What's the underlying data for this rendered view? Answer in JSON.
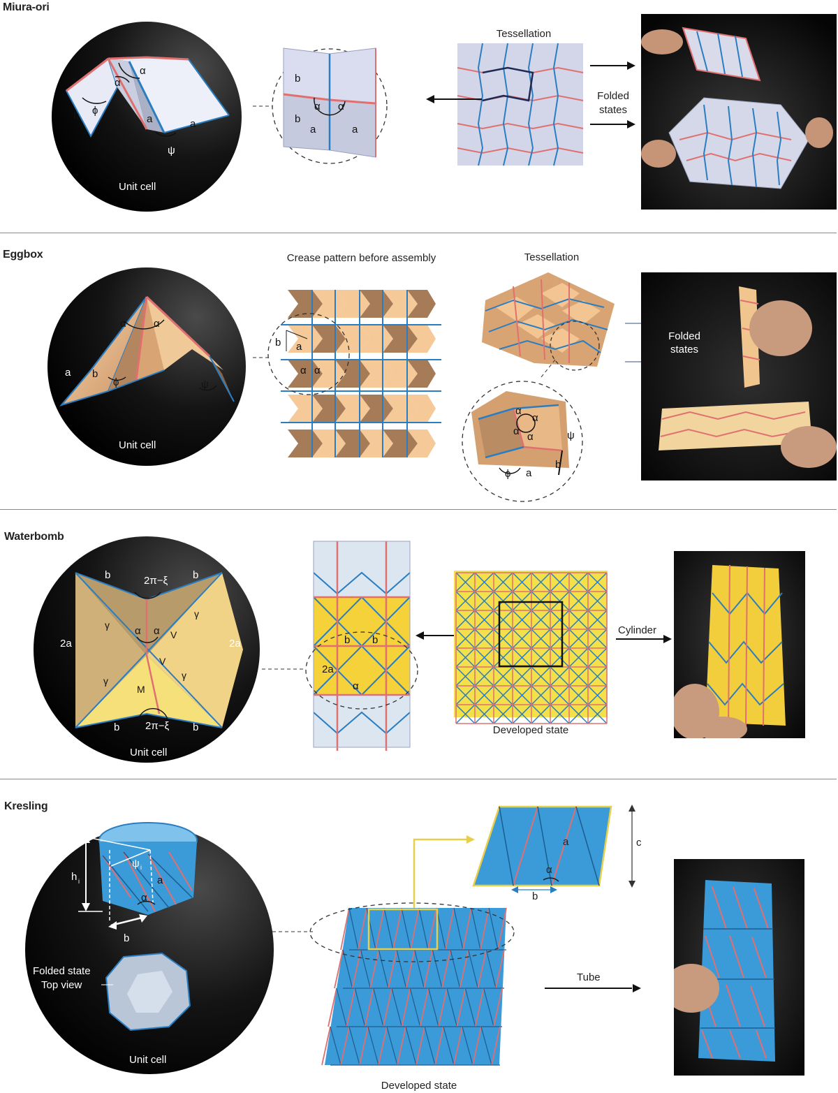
{
  "sections": {
    "miura": {
      "title": "Miura-ori",
      "unit_cell": "Unit cell",
      "tessellation": "Tessellation",
      "folded_states": "Folded\nstates",
      "symbols": {
        "a": "a",
        "b": "b",
        "alpha": "α",
        "phi": "ϕ",
        "psi": "ψ"
      }
    },
    "eggbox": {
      "title": "Eggbox",
      "unit_cell": "Unit cell",
      "crease_pattern": "Crease pattern before assembly",
      "tessellation": "Tessellation",
      "folded_states": "Folded\nstates",
      "symbols": {
        "a": "a",
        "b": "b",
        "alpha": "α",
        "phi": "ϕ",
        "psi": "ψ"
      }
    },
    "waterbomb": {
      "title": "Waterbomb",
      "unit_cell": "Unit cell",
      "developed_state": "Developed state",
      "cylinder": "Cylinder",
      "symbols": {
        "b": "b",
        "two_a": "2a",
        "two_pi_xi": "2π−ξ",
        "alpha": "α",
        "gamma": "γ",
        "V": "V",
        "M": "M"
      }
    },
    "kresling": {
      "title": "Kresling",
      "unit_cell": "Unit cell",
      "folded_state_top_view": "Folded state\nTop view",
      "developed_state": "Developed state",
      "tube": "Tube",
      "symbols": {
        "h": "h",
        "i": "i",
        "psi": "ψ",
        "a": "a",
        "b": "b",
        "c": "c",
        "alpha": "α"
      }
    }
  },
  "colors": {
    "mountain": "#e07070",
    "valley": "#2a7dc0",
    "miura_paper": "#d7dbee",
    "eggbox_light": "#f5c998",
    "eggbox_dark": "#a57b58",
    "waterbomb_yellow": "#f5d23a",
    "waterbomb_tan": "#ceb078",
    "kresling_blue": "#3b9ad8",
    "background_dark": "#000000"
  }
}
